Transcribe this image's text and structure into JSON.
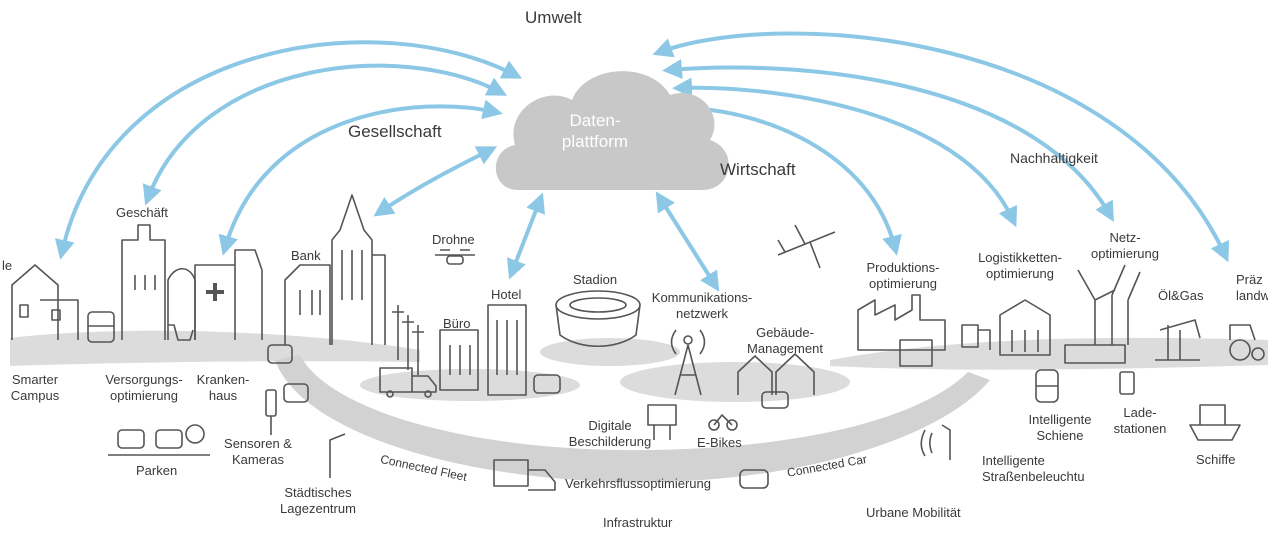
{
  "center": {
    "line1": "Daten-",
    "line2": "plattform"
  },
  "domains": {
    "environment": "Umwelt",
    "society": "Gesellschaft",
    "economy": "Wirtschaft",
    "sustainability": "Nachhaltigkeit"
  },
  "labels": {
    "edge_left": "le",
    "shop": "Geschäft",
    "bank": "Bank",
    "drone": "Drohne",
    "hotel": "Hotel",
    "office": "Büro",
    "stadium": "Stadion",
    "comm_line1": "Kommunikations-",
    "comm_line2": "netzwerk",
    "building_mgmt_line1": "Gebäude-",
    "building_mgmt_line2": "Management",
    "production_line1": "Produktions-",
    "production_line2": "optimierung",
    "logistics_line1": "Logistikketten-",
    "logistics_line2": "optimierung",
    "grid_line1": "Netz-",
    "grid_line2": "optimierung",
    "oilgas": "Öl&Gas",
    "precision_line1": "Präz",
    "precision_line2": "landw",
    "smart_campus_line1": "Smarter",
    "smart_campus_line2": "Campus",
    "supply_line1": "Versorgungs-",
    "supply_line2": "optimierung",
    "hospital_line1": "Kranken-",
    "hospital_line2": "haus",
    "parking": "Parken",
    "sensors_line1": "Sensoren &",
    "sensors_line2": "Kameras",
    "control_line1": "Städtisches",
    "control_line2": "Lagezentrum",
    "signage_line1": "Digitale",
    "signage_line2": "Beschilderung",
    "ebikes": "E-Bikes",
    "connected_fleet": "Connected Fleet",
    "traffic": "Verkehrsflussoptimierung",
    "connected_car": "Connected Car",
    "infrastructure": "Infrastruktur",
    "urban_mobility": "Urbane Mobilität",
    "lighting_line1": "Intelligente",
    "lighting_line2": "Straßenbeleuchtu",
    "rail_line1": "Intelligente",
    "rail_line2": "Schiene",
    "charging_line1": "Lade-",
    "charging_line2": "stationen",
    "ships": "Schiffe"
  },
  "colors": {
    "arrow": "#8cc8e6",
    "cloud": "#c8c8c8",
    "ground": "#dcdcdc",
    "road": "#d2d2d2",
    "icon": "#555555"
  }
}
